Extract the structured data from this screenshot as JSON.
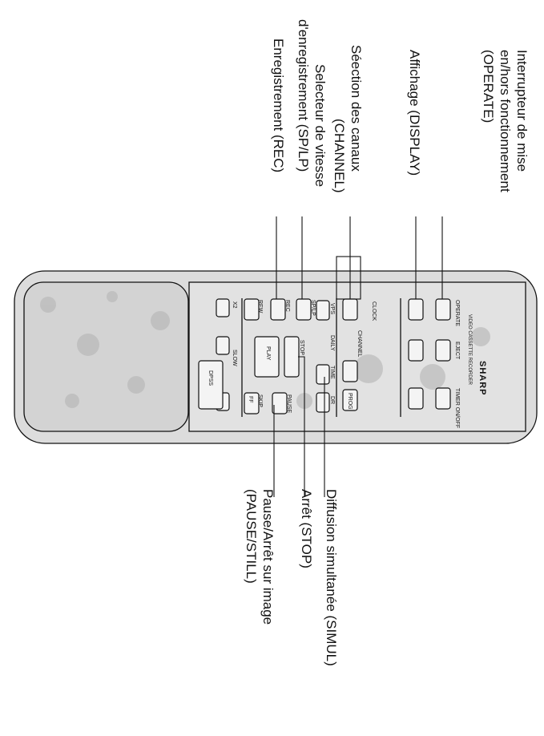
{
  "colors": {
    "ink": "#111111",
    "body_fill": "#d9d9d9",
    "speckle": "#b5b5b5"
  },
  "labels": {
    "operate": [
      "Interrupteur de mise",
      "en/hors fonctionnement",
      "(OPERATE)"
    ],
    "display": [
      "Affichage (DISPLAY)"
    ],
    "channel": [
      "Séection des canaux",
      "(CHANNEL)"
    ],
    "splp": [
      "Selecteur de vitesse",
      "d'enregistrement (SP/LP)"
    ],
    "rec": [
      "Enregistrement (REC)"
    ],
    "simul": [
      "Diffusion simultanée (SIMUL)"
    ],
    "stop": [
      "Arrêt (STOP)"
    ],
    "pause": [
      "Pause/Arrêt sur image",
      "(PAUSE/STILL)"
    ]
  },
  "remote": {
    "brand": "SHARP",
    "subtitle": "VIDEO CASSETTE RECORDER",
    "buttons": {
      "operate": "OPERATE",
      "eject": "EJECT",
      "timer": "TIMER ON/OFF",
      "clock": "CLOCK",
      "channel": "CHANNEL",
      "prog": "PROG",
      "vps": "VPS",
      "daily": "DAILY",
      "time": "TIME",
      "dr": "DR",
      "splp": "SP/LP",
      "rec": "REC",
      "stop": "STOP",
      "play": "PLAY",
      "slow": "SLOW",
      "pause": "PAUSE",
      "skip": "SKIP",
      "dpss": "DPSS",
      "rew": "REW",
      "ff": "FF",
      "x2": "X2"
    }
  }
}
